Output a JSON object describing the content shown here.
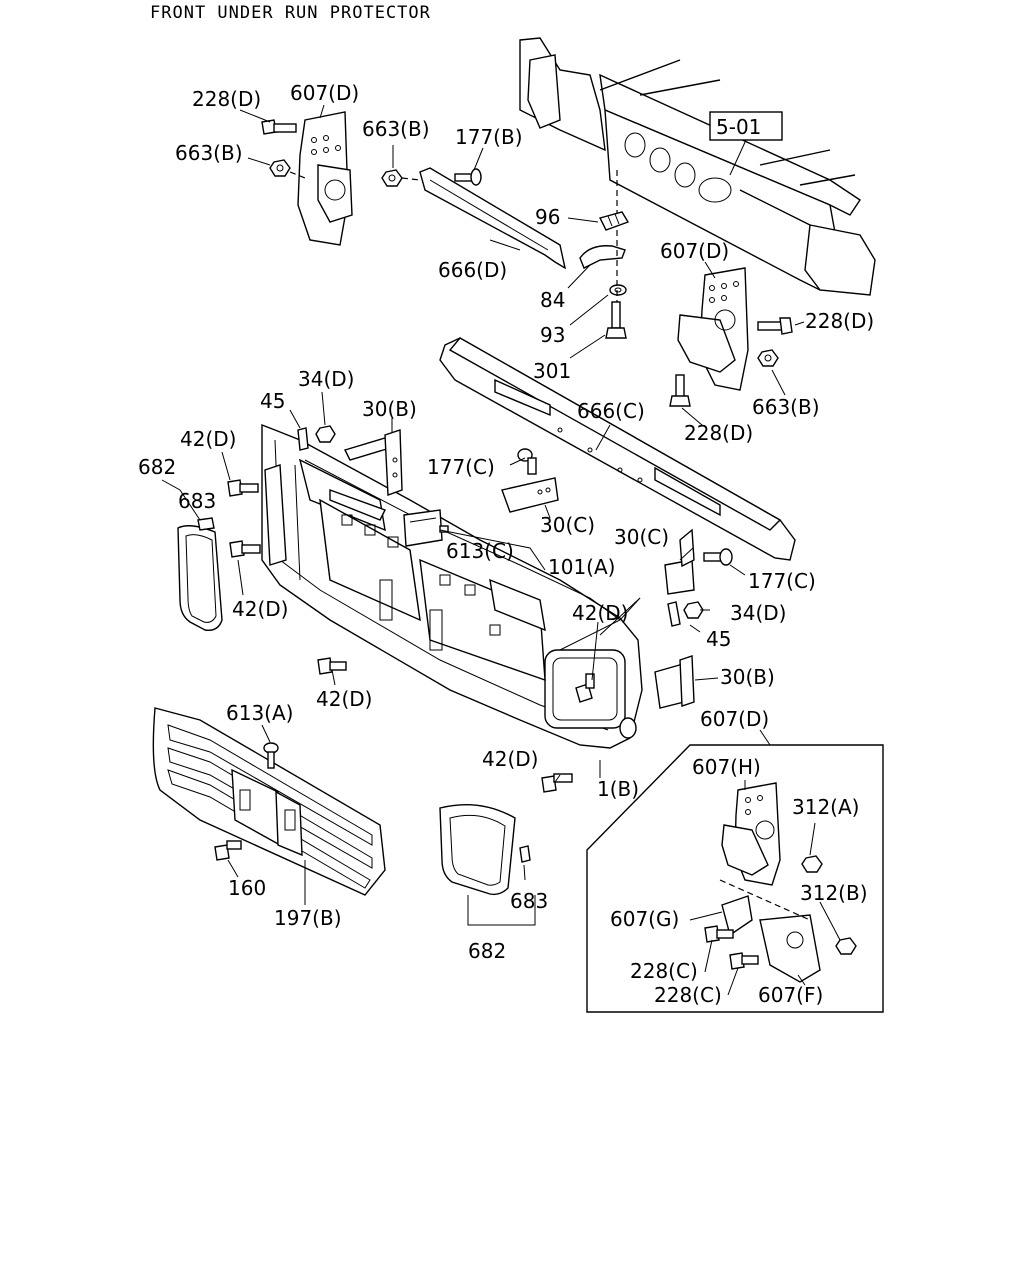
{
  "title": "FRONT UNDER RUN PROTECTOR",
  "ref_box": "5-01",
  "callouts": {
    "c228D_tl": "228(D)",
    "c607D_tl": "607(D)",
    "c663B_l": "663(B)",
    "c663B_m": "663(B)",
    "c177B": "177(B)",
    "c96": "96",
    "c666D": "666(D)",
    "c84": "84",
    "c93": "93",
    "c301": "301",
    "c607D_r": "607(D)",
    "c228D_r": "228(D)",
    "c663B_r": "663(B)",
    "c228D_rb": "228(D)",
    "c666C": "666(C)",
    "c34D_t": "34(D)",
    "c45_t": "45",
    "c30B_t": "30(B)",
    "c42D_1": "42(D)",
    "c682_l": "682",
    "c683_l": "683",
    "c177C_m": "177(C)",
    "c30C_m": "30(C)",
    "c613C": "613(C)",
    "c101A": "101(A)",
    "c30C_r": "30(C)",
    "c177C_r": "177(C)",
    "c42D_2": "42(D)",
    "c42D_3": "42(D)",
    "c34D_r": "34(D)",
    "c45_r": "45",
    "c30B_r": "30(B)",
    "c42D_4": "42(D)",
    "c607D_box": "607(D)",
    "c613A": "613(A)",
    "c42D_5": "42(D)",
    "c1B": "1(B)",
    "c607H": "607(H)",
    "c312A": "312(A)",
    "c312B": "312(B)",
    "c607G": "607(G)",
    "c228C_1": "228(C)",
    "c228C_2": "228(C)",
    "c607F": "607(F)",
    "c160": "160",
    "c197B": "197(B)",
    "c683_b": "683",
    "c682_b": "682"
  }
}
